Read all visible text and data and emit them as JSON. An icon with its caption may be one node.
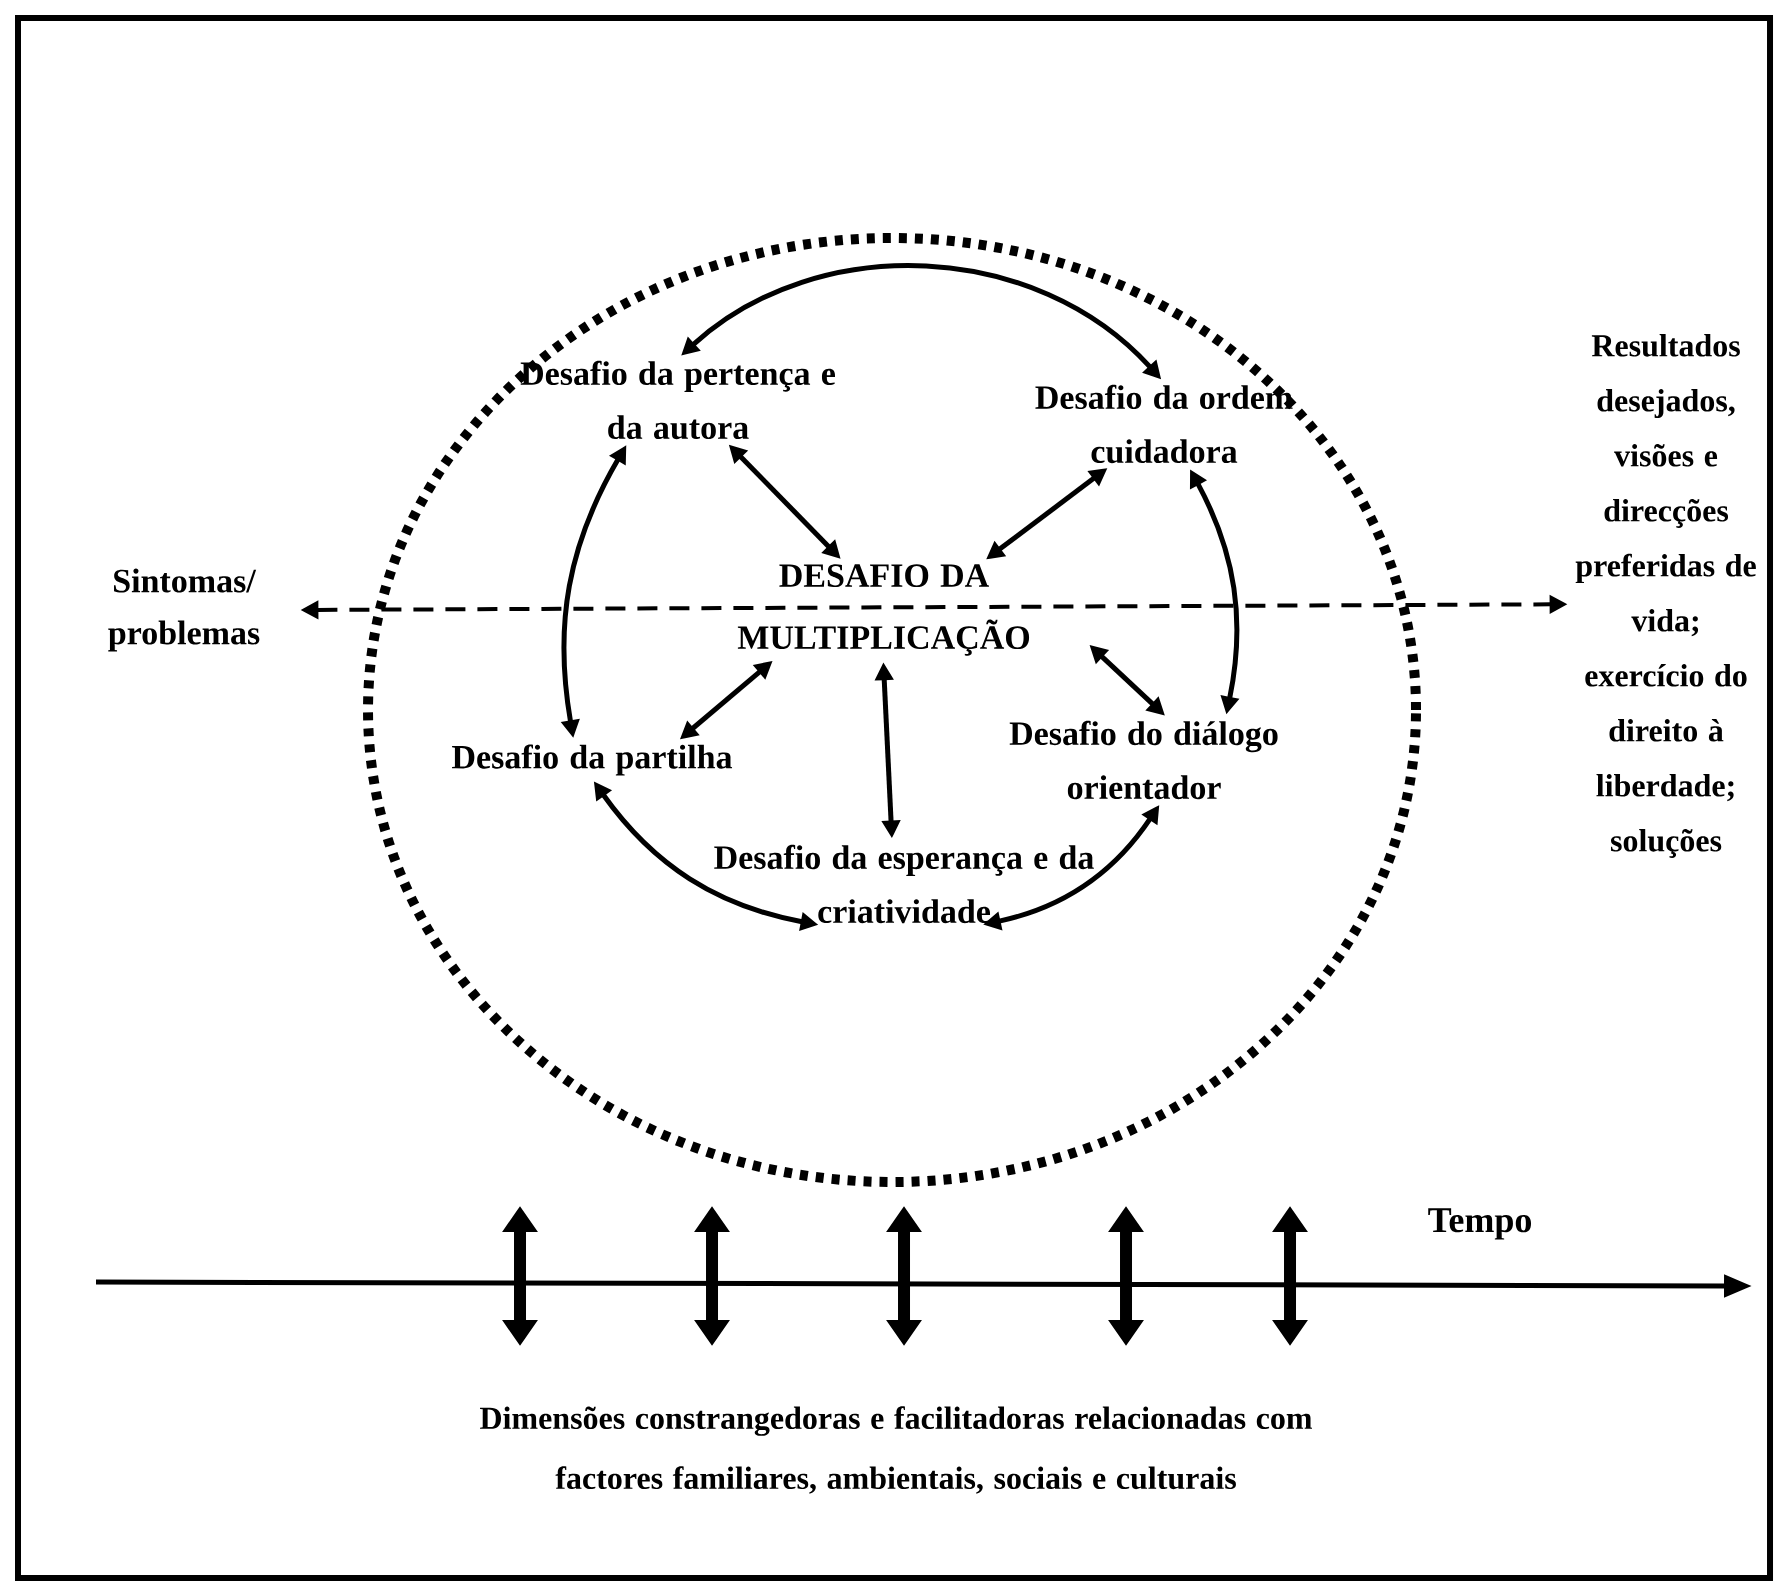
{
  "diagram": {
    "nodes": [
      {
        "text": [],
        "shape": "circle"
      },
      {
        "text": [
          "Desafio da pertença e da autora"
        ],
        "in": 0
      },
      {
        "text": [
          "Desafio da ordem cuidadora"
        ],
        "in": 0
      },
      {
        "text": [
          "DESAFIO DA MULTIPLICAÇÃO"
        ],
        "in": 0
      },
      {
        "text": [
          "Desafio da partilha"
        ],
        "in": 0
      },
      {
        "text": [
          "Desafio do diálogo orientador"
        ],
        "in": 0
      },
      {
        "text": [
          "Desafio da esperança e da criatividade"
        ],
        "in": 0
      },
      {
        "text": [
          "Sintomas/ problemas"
        ]
      },
      {
        "text": [
          "Resultados desejados, visões e direcções preferidas de vida; exercício do direito à liberdade; soluções"
        ]
      },
      {
        "text": [
          "Dimensões constrangedoras e facilitadoras relacionadas com factores familiares, ambientais, sociais e culturais"
        ]
      }
    ],
    "edges": [
      {
        "from": 1,
        "to": 2,
        "arrow": "both"
      },
      {
        "from": 1,
        "to": 3,
        "arrow": "both"
      },
      {
        "from": 2,
        "to": 3,
        "arrow": "both"
      },
      {
        "from": 1,
        "to": 4,
        "arrow": "both"
      },
      {
        "from": 2,
        "to": 5,
        "arrow": "both"
      },
      {
        "from": 4,
        "to": 3,
        "arrow": "both"
      },
      {
        "from": 5,
        "to": 3,
        "arrow": "both"
      },
      {
        "from": 3,
        "to": 6,
        "arrow": "both"
      },
      {
        "from": 4,
        "to": 6,
        "arrow": "both"
      },
      {
        "from": 5,
        "to": 6,
        "arrow": "both"
      },
      {
        "from": 7,
        "to": 8,
        "arrow": "both",
        "style": "dashed"
      }
    ],
    "labels": [
      "Tempo"
    ]
  }
}
